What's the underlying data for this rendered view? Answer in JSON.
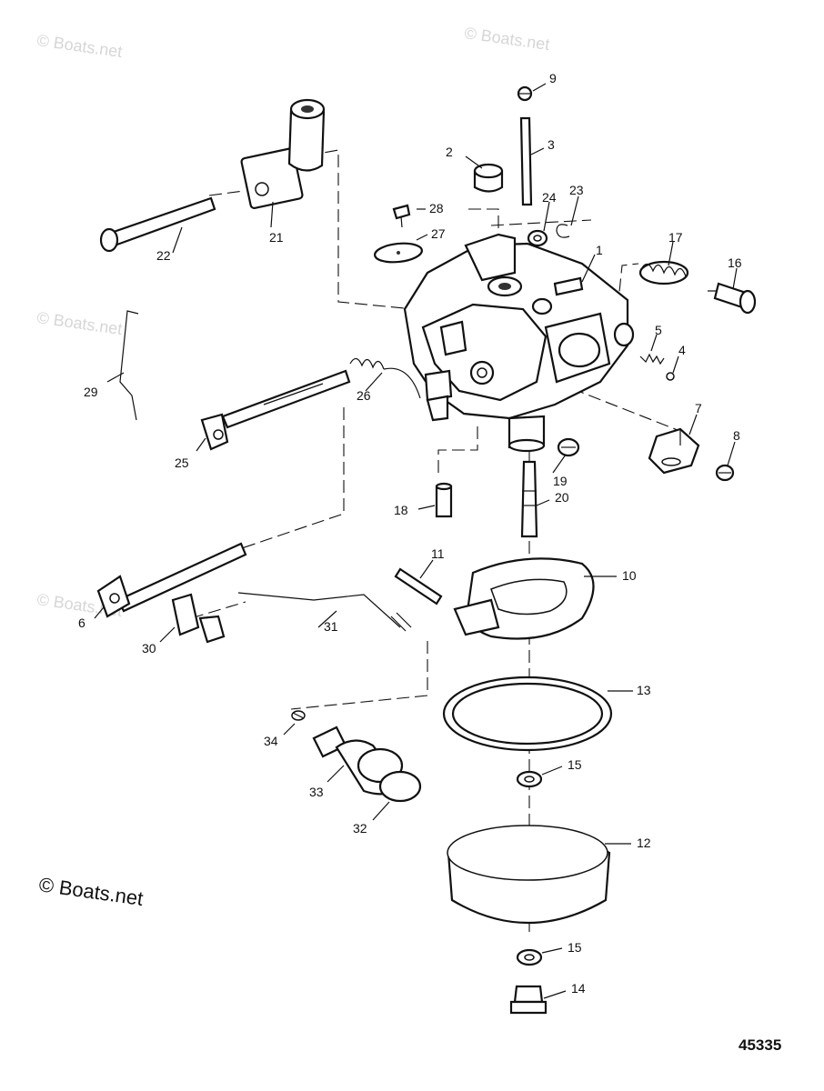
{
  "watermark": {
    "text": "© Boats.net"
  },
  "figure_number": "45335",
  "callouts": [
    "1",
    "2",
    "3",
    "4",
    "5",
    "6",
    "7",
    "8",
    "9",
    "10",
    "11",
    "12",
    "13",
    "14",
    "15",
    "16",
    "17",
    "18",
    "19",
    "20",
    "21",
    "22",
    "23",
    "24",
    "25",
    "26",
    "27",
    "28",
    "29",
    "30",
    "31",
    "32",
    "33",
    "34"
  ],
  "callout_15_second": "15"
}
